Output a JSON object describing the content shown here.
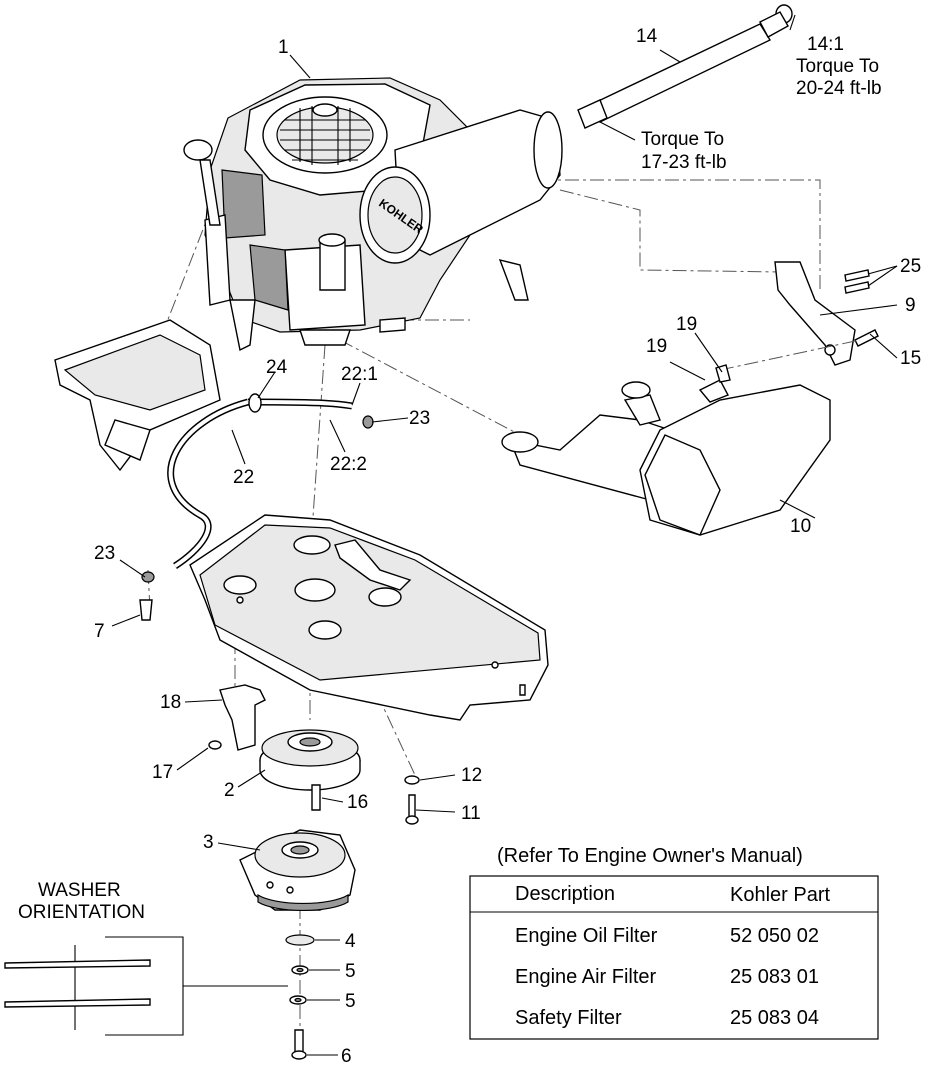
{
  "callouts": {
    "c1": "1",
    "c2": "2",
    "c3": "3",
    "c4": "4",
    "c5a": "5",
    "c5b": "5",
    "c6": "6",
    "c7": "7",
    "c9": "9",
    "c10": "10",
    "c11": "11",
    "c12": "12",
    "c14": "14",
    "c15": "15",
    "c16": "16",
    "c17": "17",
    "c18": "18",
    "c19a": "19",
    "c19b": "19",
    "c22": "22",
    "c22_1": "22:1",
    "c22_2": "22:2",
    "c23a": "23",
    "c23b": "23",
    "c24": "24",
    "c25": "25"
  },
  "torque_notes": {
    "top_line1": "14:1",
    "top_line2": "Torque To",
    "top_line3": "20-24 ft-lb",
    "mid_line1": "Torque To",
    "mid_line2": "17-23 ft-lb"
  },
  "engine_brand": "KOHLER",
  "washer_orientation": {
    "line1": "WASHER",
    "line2": "ORIENTATION"
  },
  "filter_table": {
    "caption": "(Refer To Engine Owner's Manual)",
    "headers": [
      "Description",
      "Kohler Part"
    ],
    "rows": [
      [
        "Engine Oil Filter",
        "52 050 02"
      ],
      [
        "Engine Air Filter",
        "25 083 01"
      ],
      [
        "Safety Filter",
        "25 083 04"
      ]
    ]
  }
}
